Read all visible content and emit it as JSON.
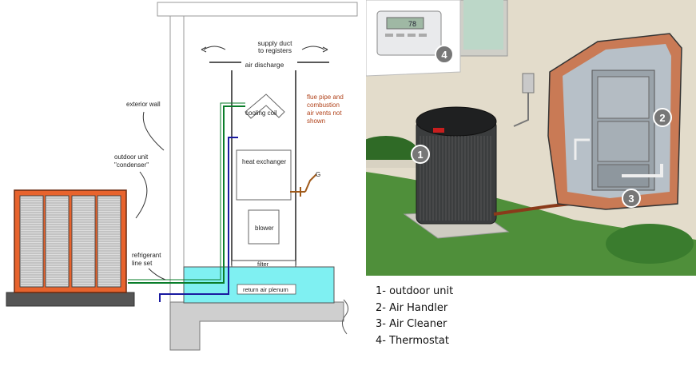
{
  "diagram": {
    "labels": {
      "supply_duct": [
        "supply duct",
        "to registers"
      ],
      "air_discharge": "air discharge",
      "exterior_wall": "exterior wall",
      "flue_pipe": [
        "flue pipe and",
        "combustion",
        "air vents not",
        "shown"
      ],
      "cooling_coil": "cooling coil",
      "outdoor_unit": [
        "outdoor unit",
        "\"condenser\""
      ],
      "heat_exchanger": "heat exchanger",
      "gas": "G",
      "blower": "blower",
      "refrigerant": [
        "refrigerant",
        "line set"
      ],
      "filter": "filter",
      "return_air": "return air plenum"
    },
    "colors": {
      "condenser": "#e8632d",
      "plenum": "#7ff0f2",
      "refrigerant_green": "#0a7d2a",
      "refrigerant_blue": "#1a1aa0",
      "gas_line": "#a05a1a",
      "flue_text": "#b0421a"
    }
  },
  "illustration": {
    "markers": [
      {
        "number": "1",
        "icon": "outdoor-unit-marker"
      },
      {
        "number": "2",
        "icon": "air-handler-marker"
      },
      {
        "number": "3",
        "icon": "air-cleaner-marker"
      },
      {
        "number": "4",
        "icon": "thermostat-marker"
      }
    ],
    "thermostat_display": "78"
  },
  "legend": {
    "items": [
      "1- outdoor unit",
      "2- Air Handler",
      "3- Air Cleaner",
      "4- Thermostat"
    ]
  }
}
